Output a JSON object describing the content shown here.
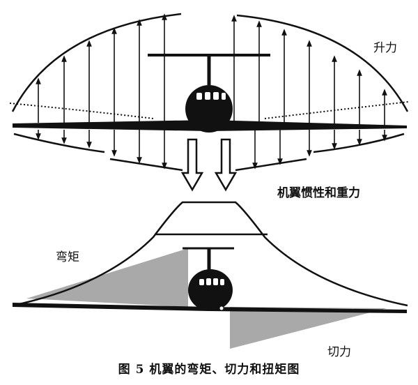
{
  "labels": {
    "lift": "升力",
    "inertia_and_gravity": "机翼惯性和重力",
    "bending_moment": "弯矩",
    "shear_force": "切力"
  },
  "caption": "图 5   机翼的弯矩、切力和扭矩图",
  "colors": {
    "ink": "#111111",
    "shaded": "#a9a9a9",
    "background": "#ffffff"
  }
}
